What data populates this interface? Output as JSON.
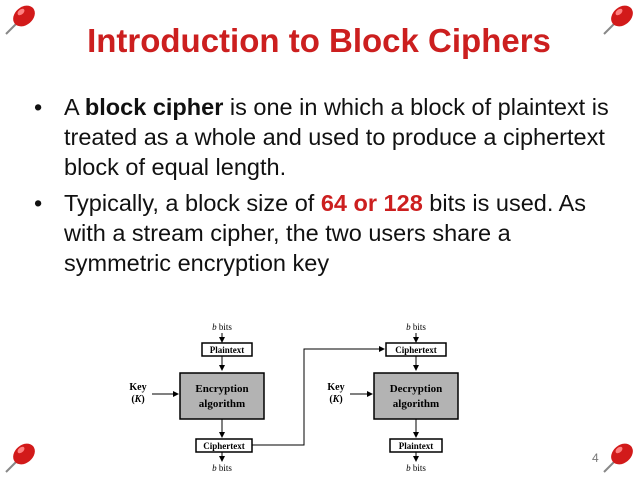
{
  "slide": {
    "title": "Introduction to Block Ciphers",
    "page_number": "4",
    "bullet_glyph": "•",
    "bullets": [
      {
        "pre": "A ",
        "bold": "block cipher",
        "post": " is one in which a block of plaintext is treated as a whole and used to produce a ciphertext block of equal length."
      },
      {
        "pre": "Typically, a block size of ",
        "highlight": "64 or 128",
        "post": " bits is used. As with a stream cipher, the two users share a symmetric encryption key"
      }
    ]
  },
  "diagram": {
    "bits_label_italic": "b",
    "bits_label_rest": " bits",
    "key_label": "Key",
    "key_symbol_open": "(",
    "key_symbol": "K",
    "key_symbol_close": ")",
    "left": {
      "input_box": "Plaintext",
      "algorithm_line1": "Encryption",
      "algorithm_line2": "algorithm",
      "output_box": "Ciphertext"
    },
    "right": {
      "input_box": "Ciphertext",
      "algorithm_line1": "Decryption",
      "algorithm_line2": "algorithm",
      "output_box": "Plaintext"
    }
  },
  "colors": {
    "title": "#cc1f1f",
    "highlight": "#cc1f1f",
    "algorithm_fill": "#b3b3b3",
    "box_fill": "#ffffff",
    "pin_red": "#d21a1a"
  },
  "icons": [
    "pushpin-icon"
  ]
}
